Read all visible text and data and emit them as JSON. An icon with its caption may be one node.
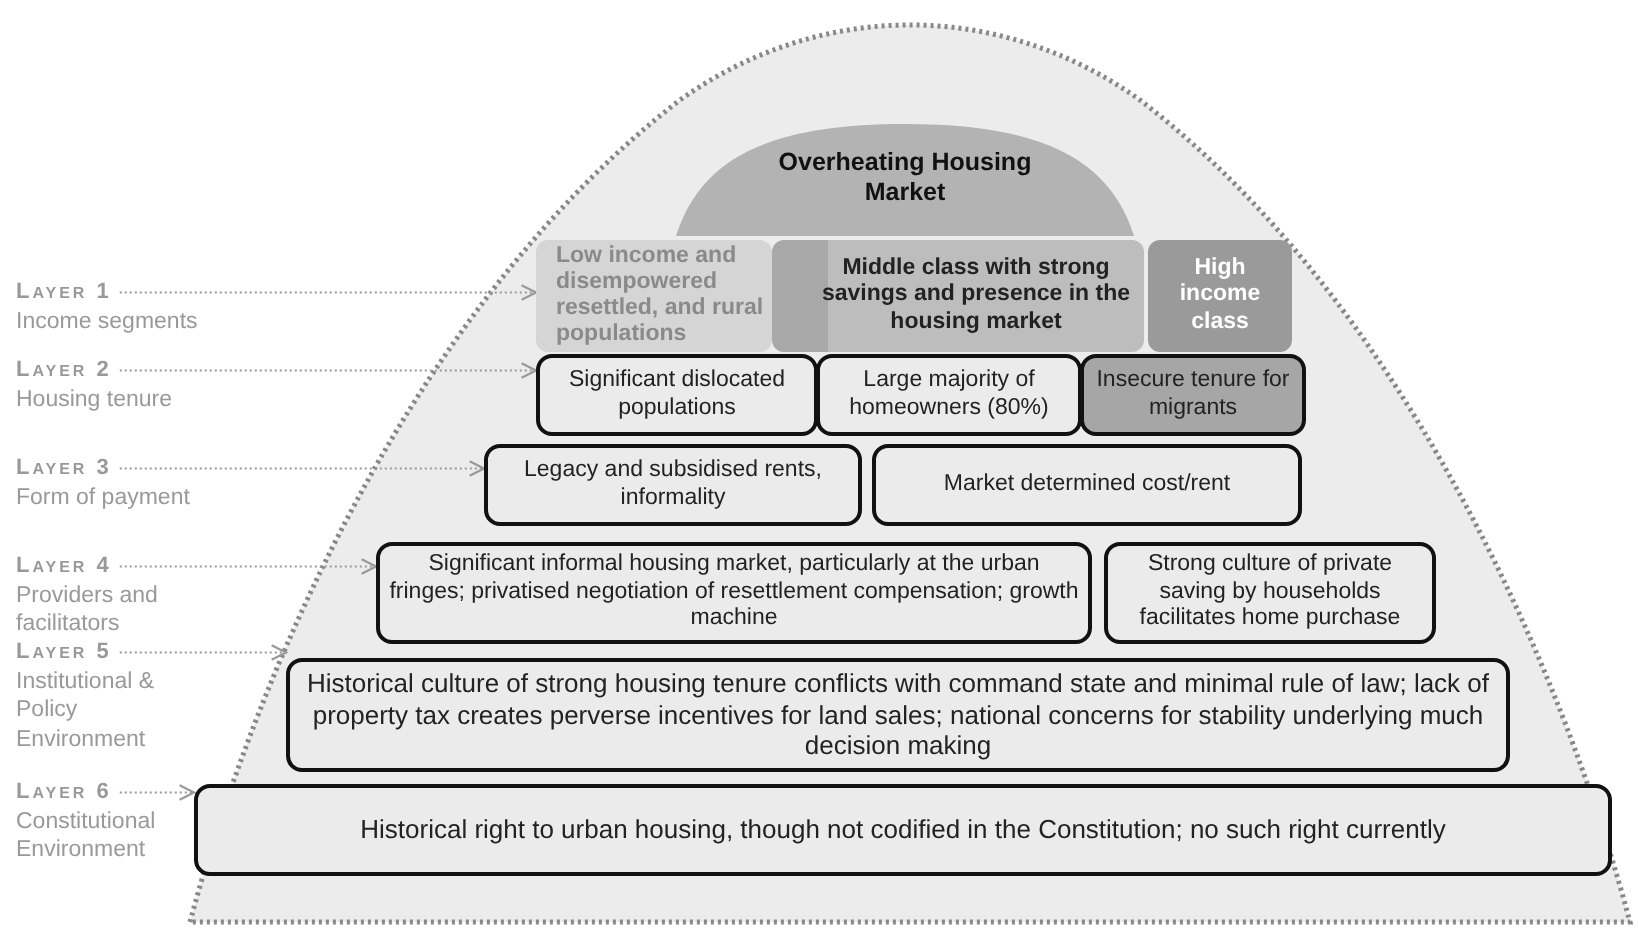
{
  "diagram": {
    "nodes": [
      {
        "text": [],
        "shape": "triangle"
      },
      {
        "text": [
          "Overheating Housing Market"
        ],
        "in": 0
      },
      {
        "text": [
          "Low income and disempowered resettled, and rural populations"
        ],
        "in": 0
      },
      {
        "text": [
          "Middle class with strong savings and presence in the housing market"
        ],
        "in": 0
      },
      {
        "text": [
          "High income class"
        ],
        "in": 0
      },
      {
        "text": [
          "Significant dislocated populations"
        ],
        "in": 0
      },
      {
        "text": [
          "Large majority of homeowners (80%)"
        ],
        "in": 0
      },
      {
        "text": [
          "Insecure tenure for migrants"
        ],
        "in": 0
      },
      {
        "text": [
          "Legacy and subsidised rents, informality"
        ],
        "in": 0
      },
      {
        "text": [
          "Market determined cost/rent"
        ],
        "in": 0
      },
      {
        "text": [
          "Significant informal housing market, particularly at the urban fringes; privatised negotiation of resettlement compensation; growth machine"
        ],
        "in": 0
      },
      {
        "text": [
          "Strong culture of private saving by households facilitates home purchase"
        ],
        "in": 0
      },
      {
        "text": [
          "Historical culture of strong housing tenure conflicts with command state and minimal rule of law; lack of property tax creates perverse incentives for land sales; national concerns for stability underlying much decision making"
        ],
        "in": 0
      },
      {
        "text": [
          "Historical right to urban housing, though not codified in the Constitution; no such right currently"
        ],
        "in": 0
      },
      {
        "text": [
          "Layer 1",
          "Income segments"
        ]
      },
      {
        "text": [
          "Layer 2",
          "Housing tenure"
        ]
      },
      {
        "text": [
          "Layer 3",
          "Form of payment"
        ]
      },
      {
        "text": [
          "Layer 4",
          "Providers and facilitators"
        ]
      },
      {
        "text": [
          "Layer 5",
          "Institutional & Policy Environment"
        ]
      },
      {
        "text": [
          "Layer 6",
          "Constitutional Environment"
        ]
      }
    ],
    "edges": [
      {
        "from": 14,
        "to": 2,
        "arrow": "to"
      },
      {
        "from": 15,
        "to": 5,
        "arrow": "to"
      },
      {
        "from": 16,
        "to": 8,
        "arrow": "to"
      },
      {
        "from": 17,
        "to": 10,
        "arrow": "to"
      },
      {
        "from": 18,
        "to": 12,
        "arrow": "to"
      },
      {
        "from": 19,
        "to": 13,
        "arrow": "to"
      }
    ]
  }
}
